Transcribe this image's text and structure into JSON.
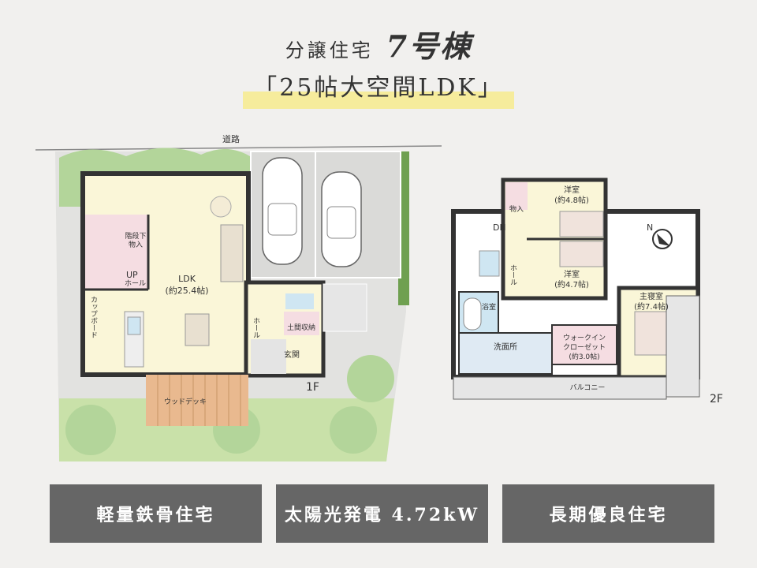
{
  "header": {
    "prefix": "分譲住宅",
    "building": "7号棟",
    "subtitle": "「25帖大空間LDK」"
  },
  "plan_1f": {
    "road": "道路",
    "ldk": "LDK",
    "ldk_size": "(約25.4帖)",
    "stair_storage_1": "階段下",
    "stair_storage_2": "物入",
    "up": "UP",
    "hall_small": "ホール",
    "cupboard": "カップボード",
    "hall": "ホール",
    "doma_storage": "土間収納",
    "entrance": "玄関",
    "floor": "1F",
    "deck": "ウッドデッキ"
  },
  "plan_2f": {
    "room1": "洋室",
    "room1_size": "(約4.8帖)",
    "storage": "物入",
    "dn": "DN",
    "room2": "洋室",
    "room2_size": "(約4.7帖)",
    "hall": "ホール",
    "master": "主寝室",
    "master_size": "(約7.4帖)",
    "bath": "浴室",
    "washroom": "洗面所",
    "wic1": "ウォークイン",
    "wic2": "クローゼット",
    "wic_size": "(約3.0帖)",
    "balcony": "バルコニー",
    "floor": "2F",
    "compass": "N"
  },
  "features": [
    "軽量鉄骨住宅",
    "太陽光発電 4.72kW",
    "長期優良住宅"
  ]
}
